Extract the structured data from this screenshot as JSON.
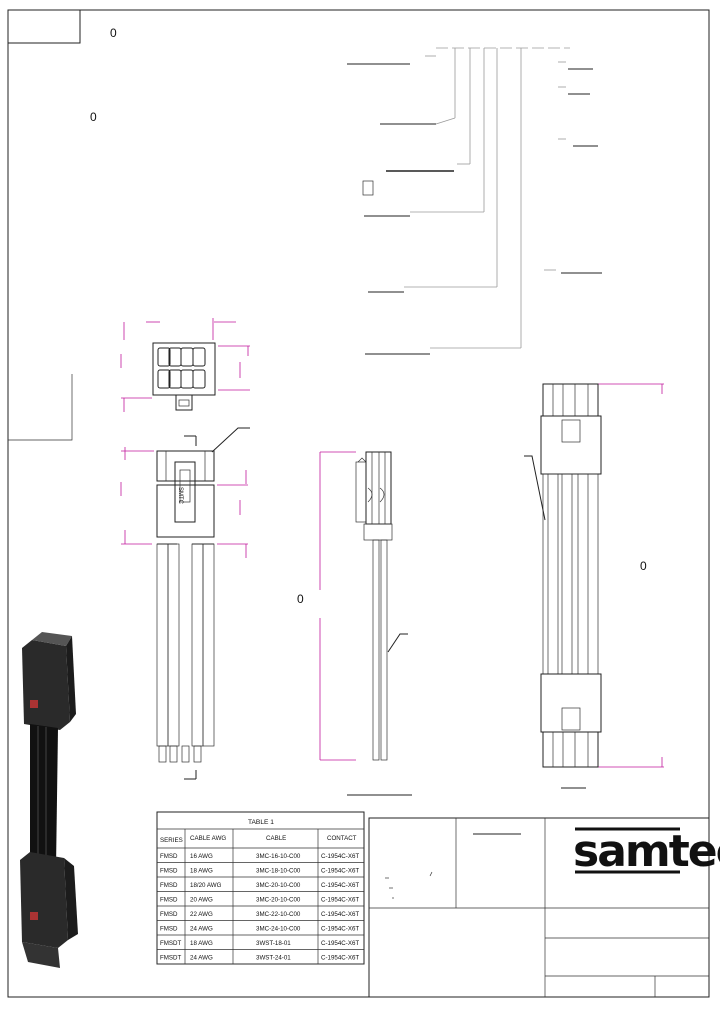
{
  "sheet": {
    "markers": [
      "0",
      "0",
      "0",
      "0"
    ]
  },
  "logo": {
    "text": "samtec"
  },
  "table": {
    "title": "TABLE 1",
    "headers": [
      "SERIES",
      "CABLE AWG",
      "CABLE",
      "CONTACT"
    ],
    "rows": [
      [
        "FMSD",
        "16 AWG",
        "3MC-16-10-C00",
        "C-1954C-X6T"
      ],
      [
        "FMSD",
        "18 AWG",
        "3MC-18-10-C00",
        "C-1954C-X6T"
      ],
      [
        "FMSD",
        "18/20 AWG",
        "3MC-20-10-C00",
        "C-1954C-X6T"
      ],
      [
        "FMSD",
        "20 AWG",
        "3MC-20-10-C00",
        "C-1954C-X6T"
      ],
      [
        "FMSD",
        "22 AWG",
        "3MC-22-10-C00",
        "C-1954C-X6T"
      ],
      [
        "FMSD",
        "24 AWG",
        "3MC-24-10-C00",
        "C-1954C-X6T"
      ],
      [
        "FMSDT",
        "18 AWG",
        "3WST-18-01",
        "C-1954C-X6T"
      ],
      [
        "FMSDT",
        "24 AWG",
        "3WST-24-01",
        "C-1954C-X6T"
      ]
    ]
  },
  "colors": {
    "dimension": "#c0199c",
    "line": "#222222",
    "cable": "#1a1a1a"
  },
  "icons": [
    "callout-box-icon",
    "cable-assembly-photo"
  ]
}
